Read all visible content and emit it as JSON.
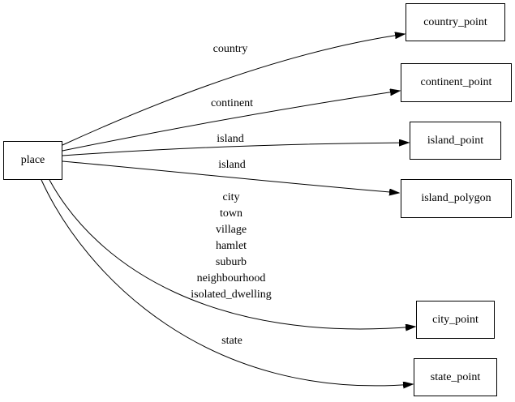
{
  "diagram": {
    "background_color": "#ffffff",
    "stroke_color": "#000000",
    "text_color": "#000000",
    "nodes": {
      "place": {
        "label": "place"
      },
      "country_point": {
        "label": "country_point"
      },
      "continent_point": {
        "label": "continent_point"
      },
      "island_point": {
        "label": "island_point"
      },
      "island_polygon": {
        "label": "island_polygon"
      },
      "city_point": {
        "label": "city_point"
      },
      "state_point": {
        "label": "state_point"
      }
    },
    "edges": [
      {
        "from": "place",
        "to": "country_point",
        "label": "country"
      },
      {
        "from": "place",
        "to": "continent_point",
        "label": "continent"
      },
      {
        "from": "place",
        "to": "island_point",
        "label": "island"
      },
      {
        "from": "place",
        "to": "island_polygon",
        "label": "island"
      },
      {
        "from": "place",
        "to": "city_point",
        "label_lines": [
          "city",
          "town",
          "village",
          "hamlet",
          "suburb",
          "neighbourhood",
          "isolated_dwelling"
        ]
      },
      {
        "from": "place",
        "to": "state_point",
        "label": "state"
      }
    ]
  }
}
